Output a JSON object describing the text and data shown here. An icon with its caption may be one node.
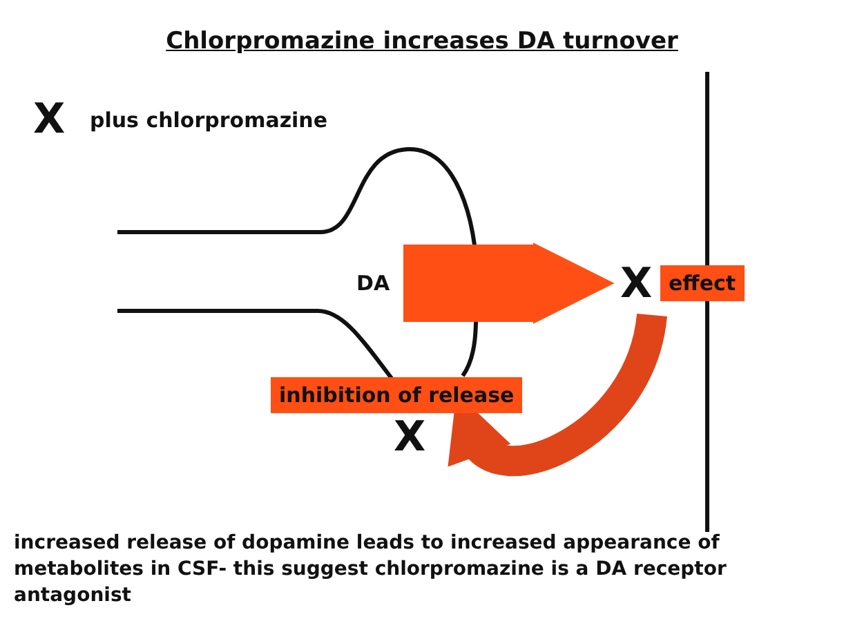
{
  "diagram": {
    "title": "Chlorpromazine increases DA turnover",
    "nodes": [
      {
        "text": [
          "DA"
        ]
      },
      {
        "text": [
          "effect"
        ],
        "beside": [
          "X"
        ]
      },
      {
        "text": [
          "inhibition of release"
        ],
        "beside": [
          "X"
        ]
      }
    ],
    "edges": [
      {
        "from": 0,
        "to": 1,
        "arrow": "to",
        "style": "thick"
      },
      {
        "from": 1,
        "to": 2,
        "arrow": "to",
        "color": "#e0451a"
      }
    ],
    "labels": [
      "X",
      "plus chlorpromazine"
    ],
    "caption": "increased release of dopamine leads to increased appearance of metabolites in CSF- this suggest chlorpromazine is a DA receptor antagonist"
  }
}
